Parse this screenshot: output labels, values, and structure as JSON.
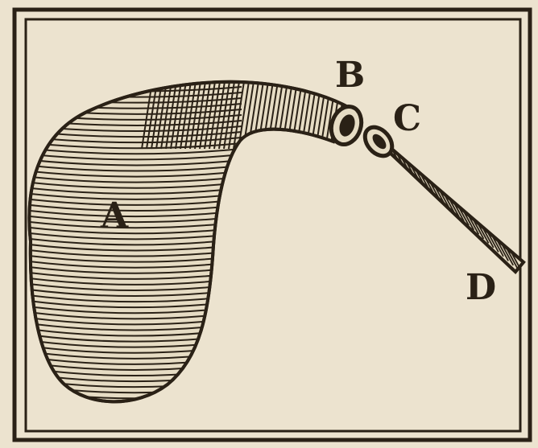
{
  "figure": {
    "labels": {
      "a": "A",
      "b": "B",
      "c": "C",
      "d": "D"
    },
    "colors": {
      "paper": "#ece3cf",
      "ink": "#2a2116",
      "shade": "#d9ccb0"
    }
  }
}
